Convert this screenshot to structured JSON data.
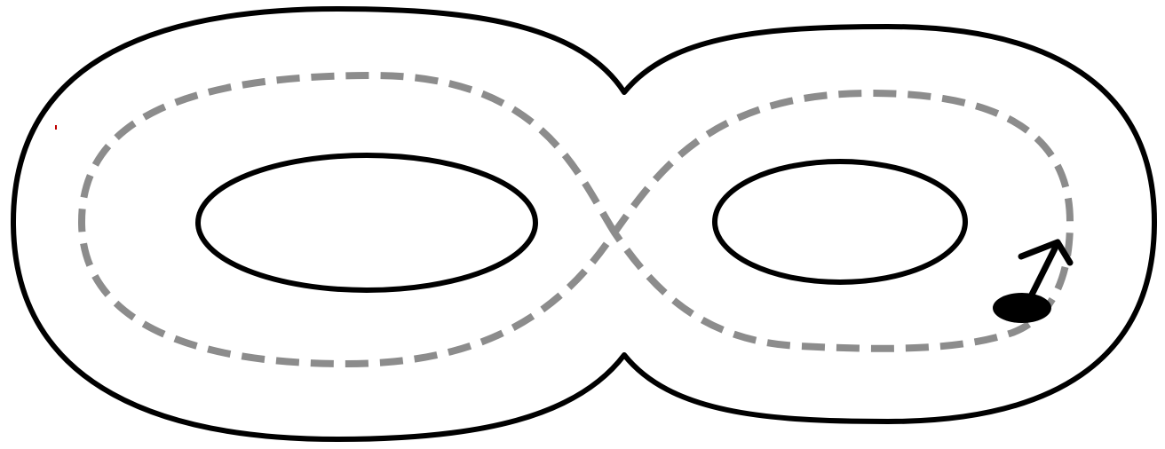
{
  "diagram": {
    "shape": "genus-two-surface",
    "path_style": "dashed",
    "marker": "dot-with-arrow"
  },
  "colors": {
    "background": "#ffffff",
    "outline": "#000000",
    "path": "#8c8c8c",
    "marker": "#000000"
  }
}
